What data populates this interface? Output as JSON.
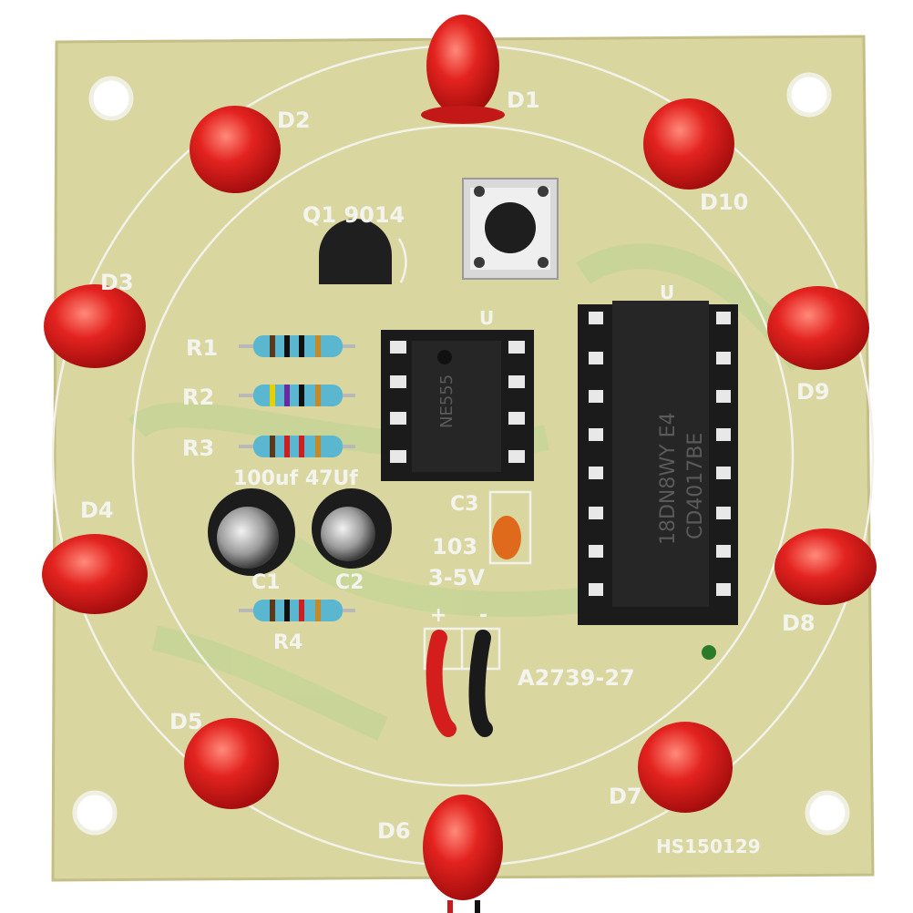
{
  "board": {
    "colors": {
      "pcb": "#d9d6a0",
      "pcb_edge": "#c9c58c",
      "silkscreen": "#f4f4ee",
      "led_red": "#e3231f",
      "chip_black": "#1b1b1b",
      "copper_green": "#b8d48c"
    },
    "led_labels": [
      "D1",
      "D2",
      "D3",
      "D4",
      "D5",
      "D6",
      "D7",
      "D8",
      "D9",
      "D10"
    ],
    "transistor_label": "Q1 9014",
    "resistor_labels": [
      "R1",
      "R2",
      "R3",
      "R4"
    ],
    "capacitor_values": "100uf 47Uf",
    "cap_label_c1": "C1",
    "cap_label_c2": "C2",
    "c3_label": "C3",
    "c3_value": "103",
    "voltage_label": "3-5V",
    "plus_label": "+",
    "minus_label": "-",
    "board_code": "A2739-27",
    "board_serial": "HS150129",
    "u_label_small": "U",
    "u_label_large": "U",
    "chip_large_marking_1": "18DN8WY E4",
    "chip_large_marking_2": "CD4017BE",
    "chip_small_marking": "NE555"
  }
}
